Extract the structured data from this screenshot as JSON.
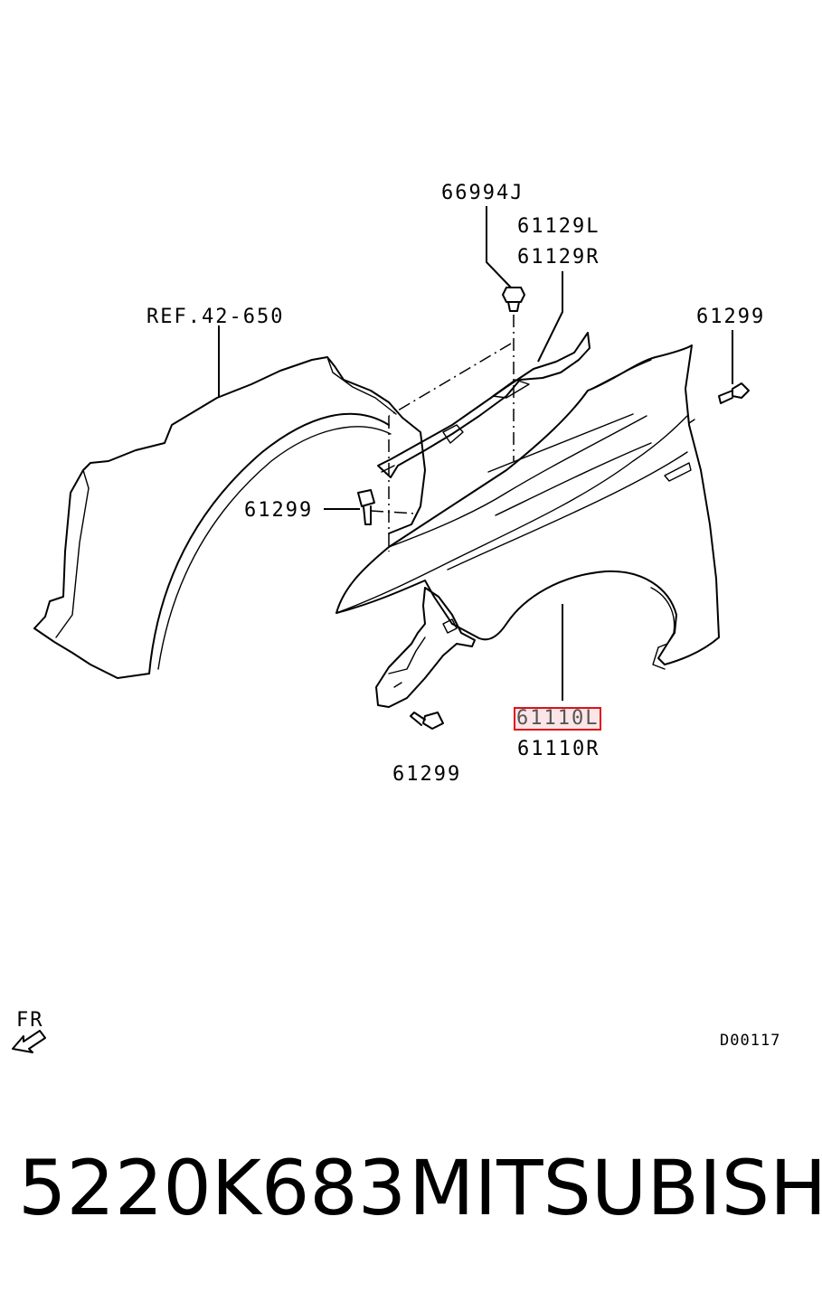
{
  "diagram": {
    "labels": {
      "clip_part": "66994J",
      "bracket_left": "61129L",
      "bracket_right": "61129R",
      "liner_ref": "REF.42-650",
      "bolt_top_right": "61299",
      "bolt_middle_left": "61299",
      "bolt_bottom": "61299",
      "fender_left": "61110L",
      "fender_right": "61110R",
      "front_indicator": "FR",
      "drawing_code": "D00117"
    },
    "highlighted_part": "61110L",
    "highlight_color": "#e0101a"
  },
  "footer": {
    "part_number": "5220K683",
    "brand": "MITSUBISHI"
  }
}
